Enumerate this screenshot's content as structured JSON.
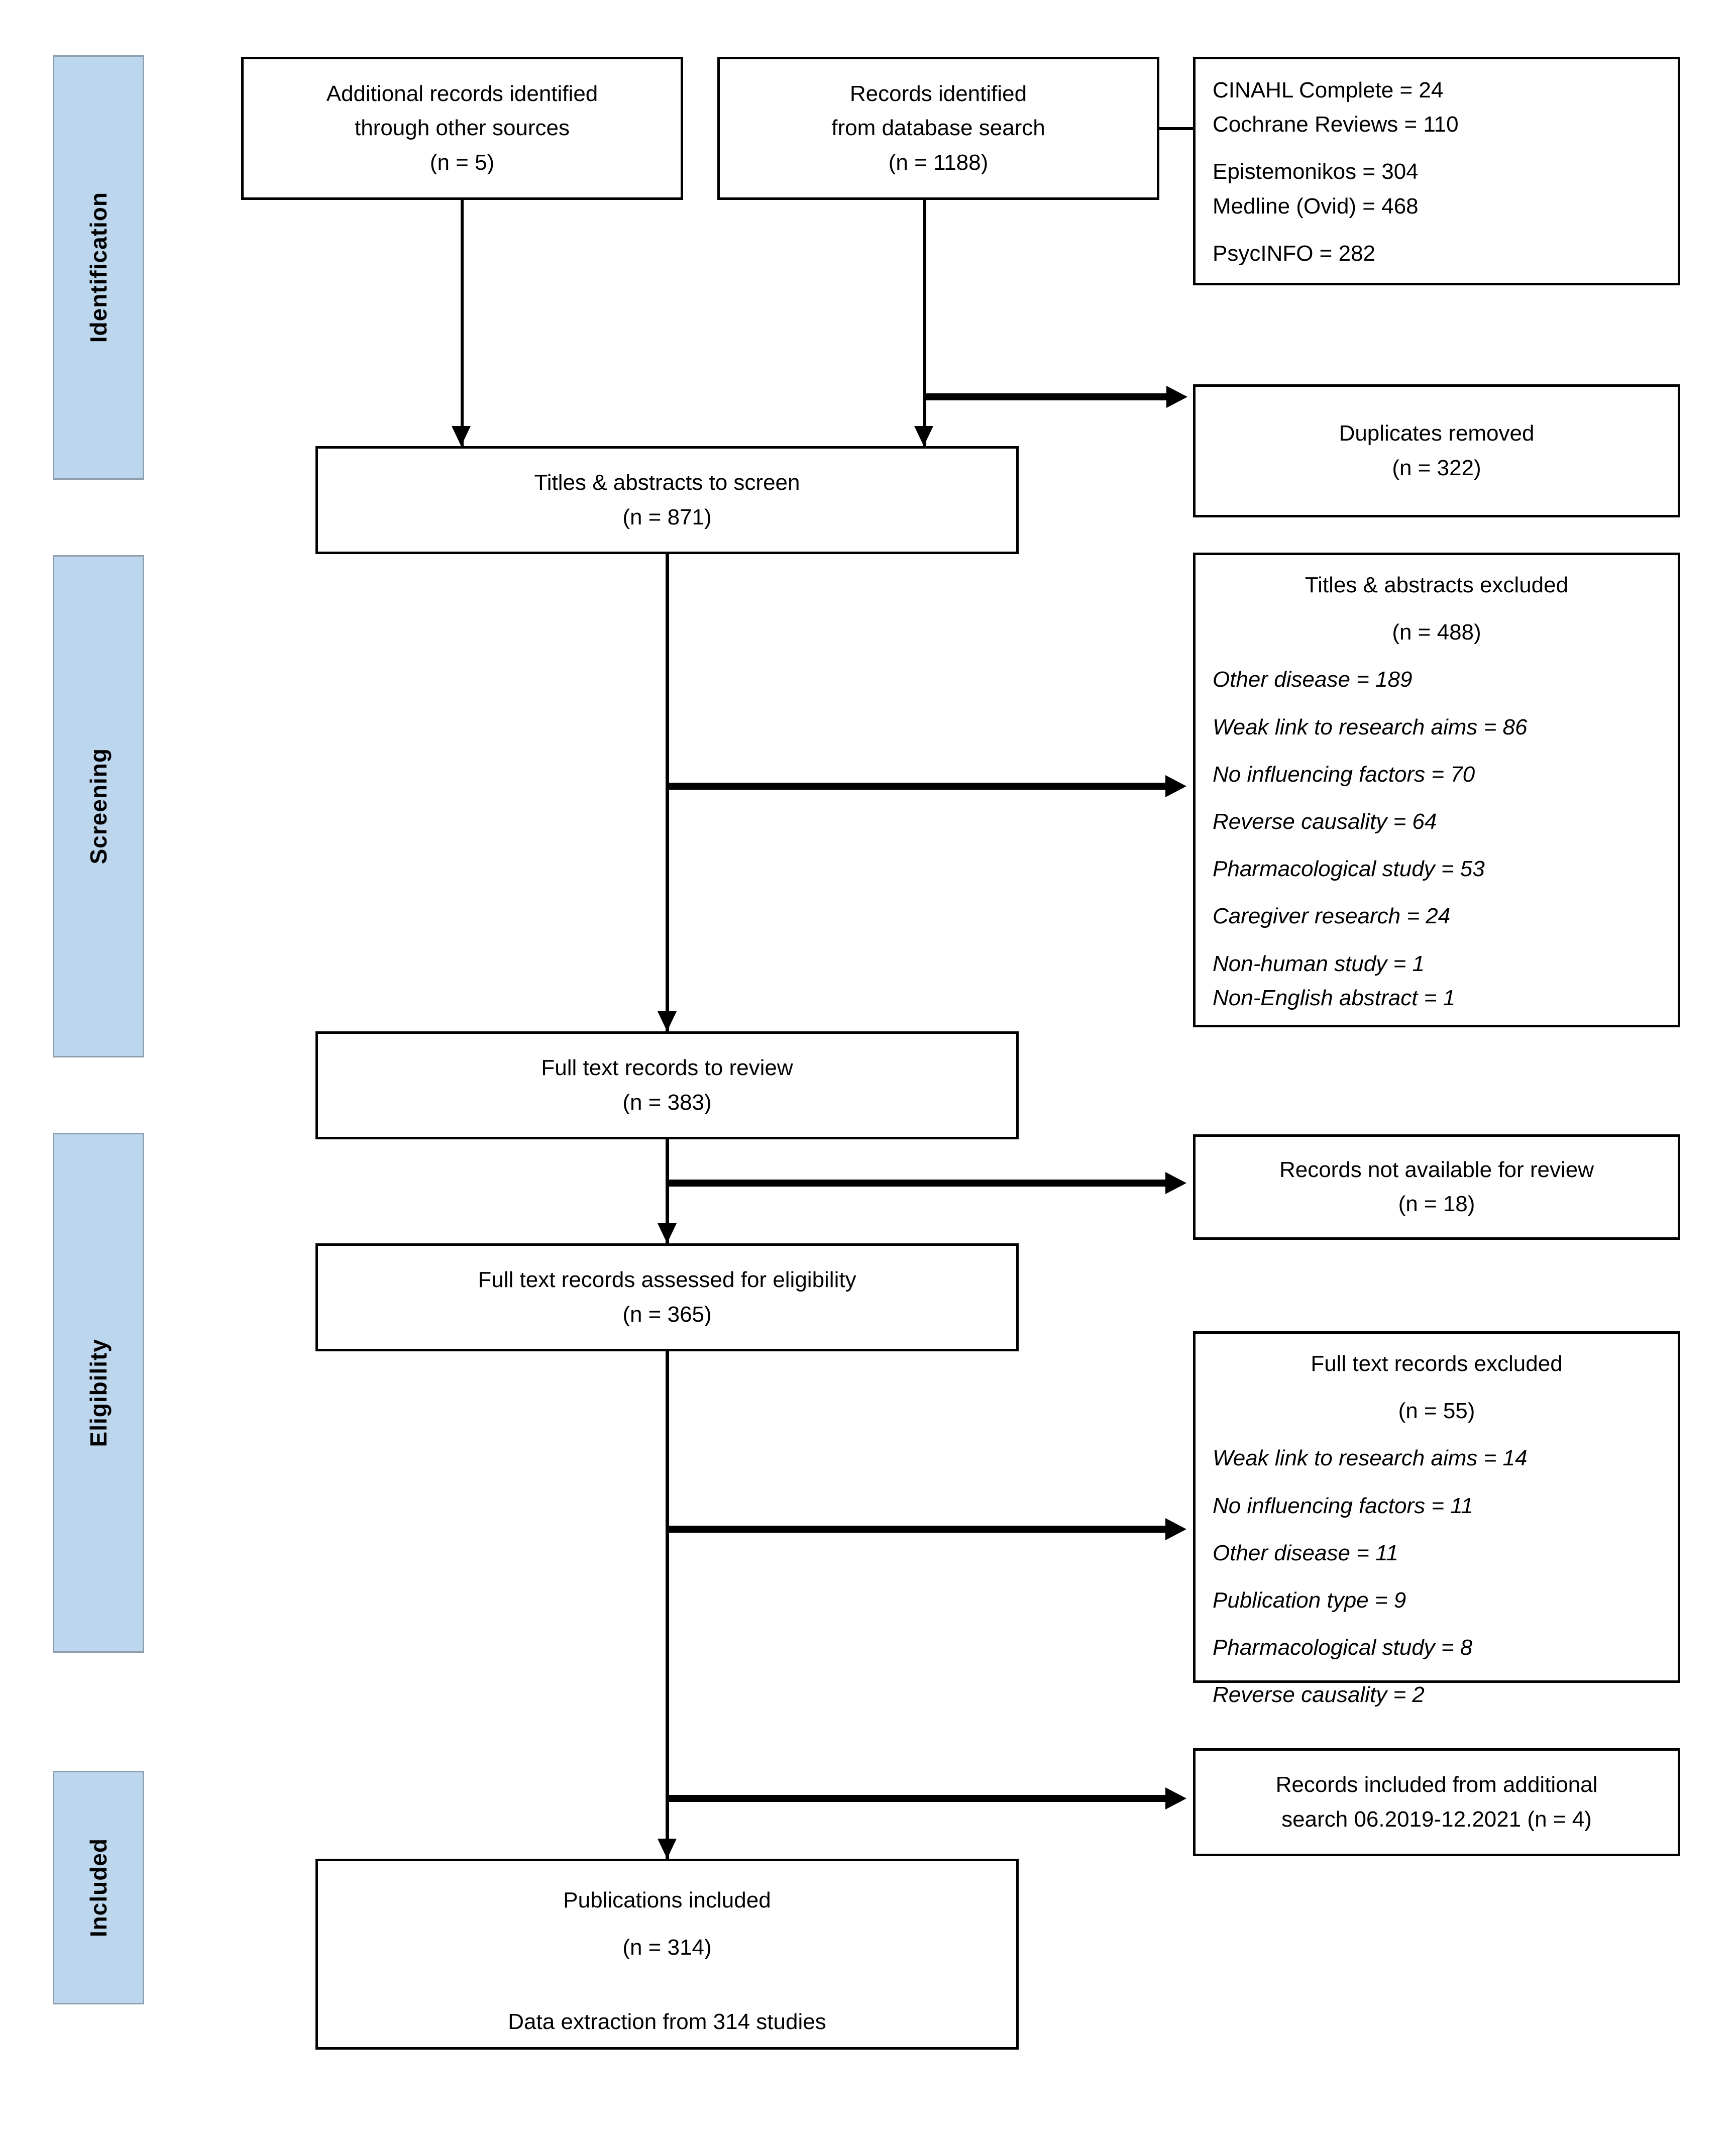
{
  "diagram": {
    "title": "PRISMA flow diagram",
    "accent_blue": "#bcd6ee",
    "stroke_color": "#000000"
  },
  "stages": [
    {
      "label": "Identification"
    },
    {
      "label": "Screening"
    },
    {
      "label": "Eligibility"
    },
    {
      "label": "Included"
    }
  ],
  "boxes": {
    "additional_records": {
      "line1": "Additional records identified",
      "line2": "through other sources",
      "line3": "(n = 5)"
    },
    "database_records": {
      "line1": "Records identified",
      "line2": "from database search",
      "line3": "(n = 1188)"
    },
    "databases": {
      "items": [
        "CINAHL Complete = 24",
        "Cochrane Reviews = 110",
        "Epistemonikos = 304",
        "Medline (Ovid) = 468",
        "PsycINFO = 282"
      ]
    },
    "duplicates_removed": {
      "line1": "Duplicates removed",
      "line2": "(n = 322)"
    },
    "titles_to_screen": {
      "line1": "Titles & abstracts to screen",
      "line2": "(n = 871)"
    },
    "titles_excluded": {
      "heading": "Titles & abstracts excluded",
      "count": "(n = 488)",
      "reasons": [
        "Other disease = 189",
        "Weak link to research aims = 86",
        "No influencing factors = 70",
        "Reverse causality = 64",
        "Pharmacological study = 53",
        "Caregiver research = 24",
        "Non-human study = 1",
        "Non-English abstract = 1"
      ]
    },
    "fulltext_to_review": {
      "line1": "Full text records to review",
      "line2": "(n = 383)"
    },
    "records_not_available": {
      "line1": "Records not available for review",
      "line2": "(n = 18)"
    },
    "fulltext_assessed": {
      "line1": "Full text records assessed for eligibility",
      "line2": "(n = 365)"
    },
    "fulltext_excluded": {
      "heading": "Full text records excluded",
      "count": "(n = 55)",
      "reasons": [
        "Weak link to research aims = 14",
        "No influencing factors = 11",
        "Other disease = 11",
        "Publication type = 9",
        "Pharmacological study = 8",
        "Reverse causality = 2"
      ]
    },
    "additional_search_included": {
      "line1": "Records included from additional",
      "line2": "search 06.2019-12.2021 (n = 4)"
    },
    "publications_included": {
      "line1": "Publications included",
      "line2": "(n = 314)",
      "line3": "Data extraction from 314 studies"
    }
  }
}
